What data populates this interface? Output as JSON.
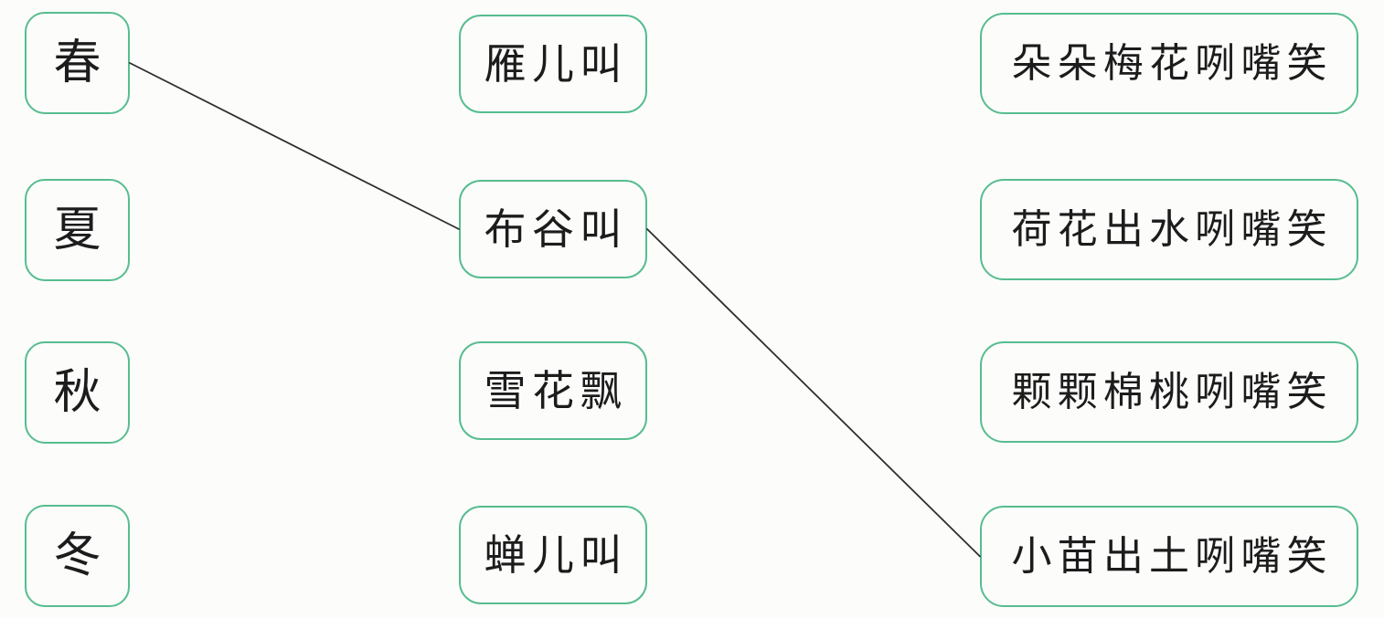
{
  "exercise": {
    "kind": "matching-worksheet",
    "language": "zh-CN"
  },
  "colors": {
    "background": "#fcfcfb",
    "box_border": "#57bd8e",
    "line": "#2e2e2e",
    "ink": "#1c1c1c"
  },
  "columns": {
    "seasons": {
      "items": [
        "春",
        "夏",
        "秋",
        "冬"
      ]
    },
    "sounds": {
      "items": [
        "雁儿叫",
        "布谷叫",
        "雪花飘",
        "蝉儿叫"
      ]
    },
    "phrases": {
      "items": [
        "朵朵梅花咧嘴笑",
        "荷花出水咧嘴笑",
        "颗颗棉桃咧嘴笑",
        "小苗出土咧嘴笑"
      ]
    }
  },
  "connections": [
    {
      "from_column": "seasons",
      "from_index": 0,
      "to_column": "sounds",
      "to_index": 1
    },
    {
      "from_column": "sounds",
      "from_index": 1,
      "to_column": "phrases",
      "to_index": 3
    }
  ]
}
